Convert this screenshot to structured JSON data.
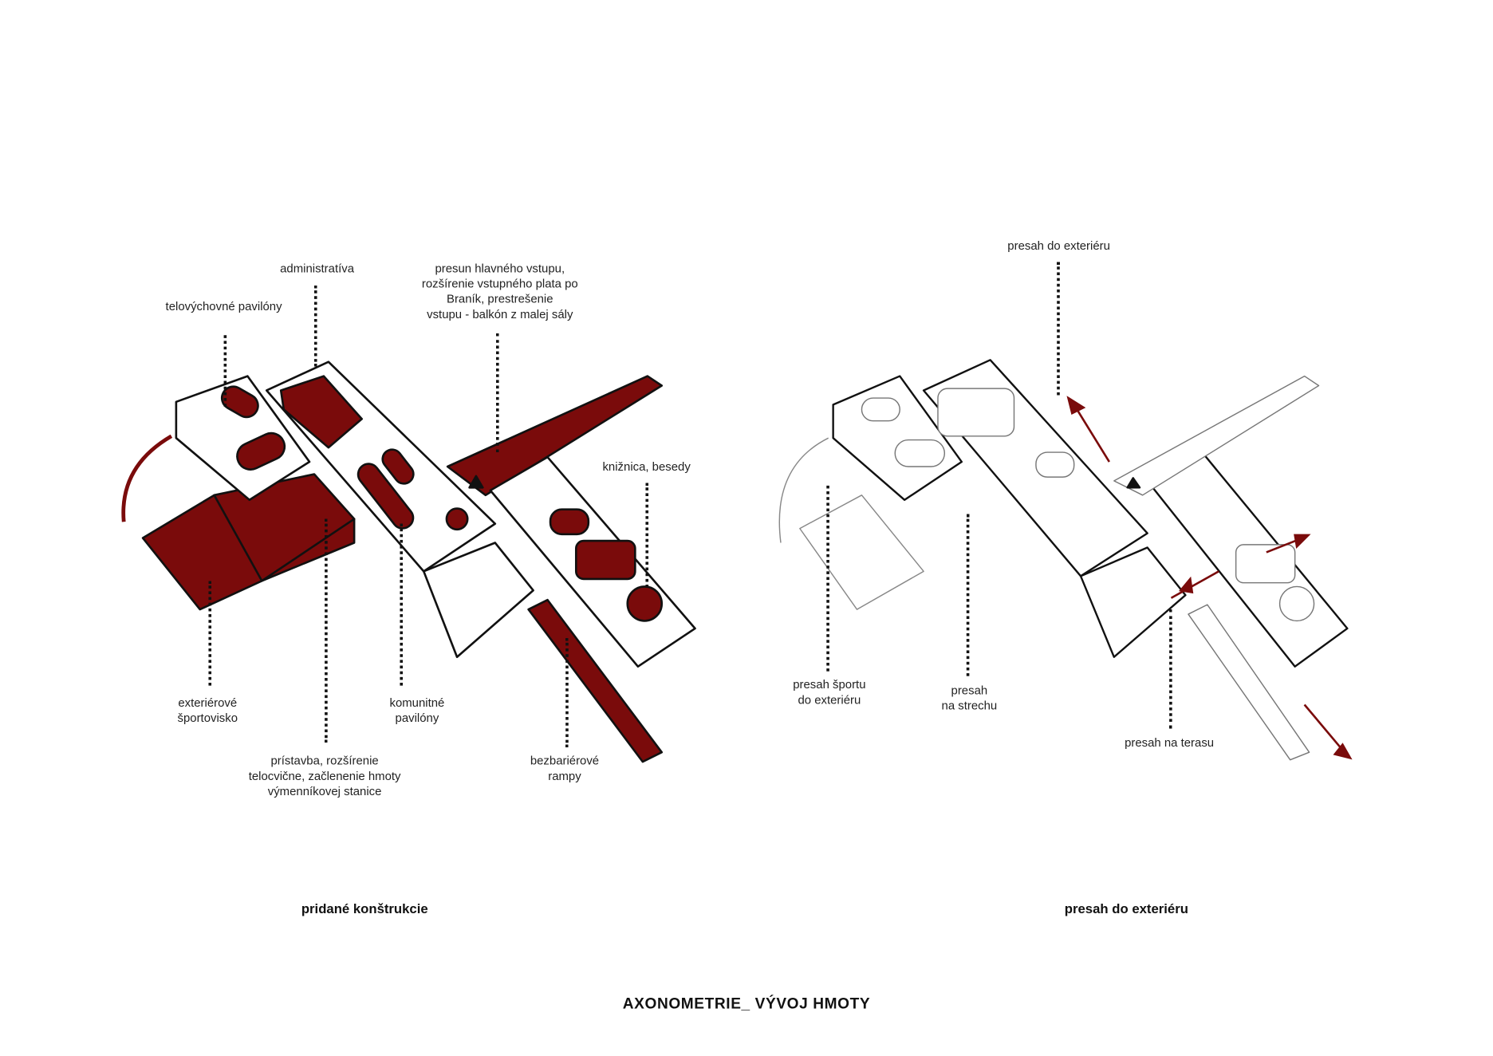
{
  "left_diagram": {
    "caption": "pridané konštrukcie",
    "labels": {
      "telovychovne": "telovýchovné\npavilóny",
      "administrativa": "administratíva",
      "vstup": "presun hlavného vstupu,\nrozšírenie vstupného plata po\nBraník, prestrešenie\nvstupu - balkón z malej sály",
      "kniznica": "knižnica, besedy",
      "sportovisko": "exteriérové\nšportovisko",
      "pristavba": "prístavba, rozšírenie\ntelocvične, začlenenie hmoty\nvýmenníkovej stanice",
      "komunitne": "komunitné\npavilóny",
      "rampy": "bezbariérové\nrampy"
    }
  },
  "right_diagram": {
    "caption": "presah do exteriéru",
    "labels": {
      "presah_top": "presah do exteriéru",
      "presah_sportu": "presah športu\ndo exteriéru",
      "presah_strecha": "presah\nna strechu",
      "presah_terasa": "presah na terasu"
    }
  },
  "title": "AXONOMETRIE_ VÝVOJ HMOTY",
  "colors": {
    "accent": "#7a0b0b",
    "ink": "#111111"
  }
}
